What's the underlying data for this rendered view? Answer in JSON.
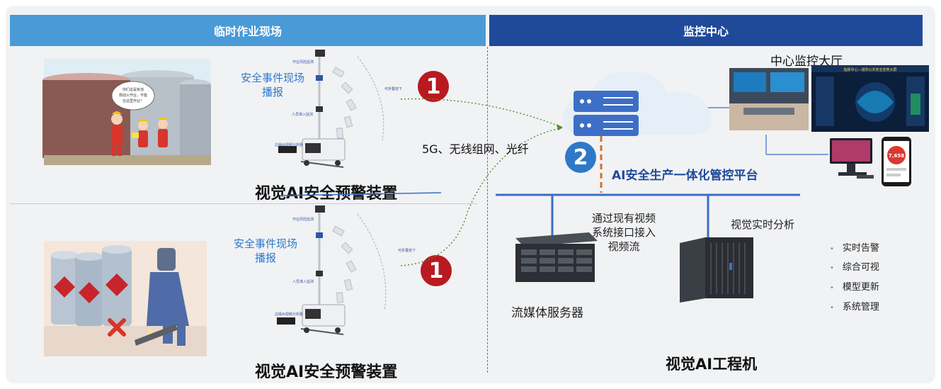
{
  "headers": {
    "left": "临时作业现场",
    "right": "监控中心"
  },
  "top_device": {
    "report_label": "安全事件现场\n播报",
    "tiny_labels": [
      "作业风险监测",
      "可折叠放下",
      "人员准入监测",
      "边缘AI视频分析器"
    ],
    "title": "视觉AI安全预警装置",
    "scene_speech": "你们这是有违规动火作业，不能在这里作业！"
  },
  "bottom_device": {
    "report_label": "安全事件现场\n播报",
    "tiny_labels": [
      "作业风险监测",
      "可折叠放下",
      "人员准入监测",
      "边缘AI视频分析器"
    ],
    "title": "视觉AI安全预警装置"
  },
  "badges": {
    "one_top": "1",
    "one_bottom": "1",
    "two": "2"
  },
  "network_label": "5G、无线组网、光纤",
  "platform_label": "AI安全生产一体化管控平台",
  "control_hall_label": "中心监控大厅",
  "dashboard": {
    "title": "指挥中心—城市公共安全态势大屏",
    "metric": "7,658"
  },
  "streaming": {
    "access_label": "通过现有视频\n系统接口接入\n视频流",
    "server_label": "流媒体服务器"
  },
  "engineering": {
    "analysis_label": "视觉实时分析",
    "title": "视觉AI工程机"
  },
  "features": [
    "实时告警",
    "综合可视",
    "模型更新",
    "系统管理"
  ],
  "colors": {
    "header_left": "#4a9ad7",
    "header_right": "#1f4a9a",
    "badge_red": "#b81a1f",
    "badge_blue": "#2f78c8",
    "bus_line": "#3a6fc4"
  }
}
